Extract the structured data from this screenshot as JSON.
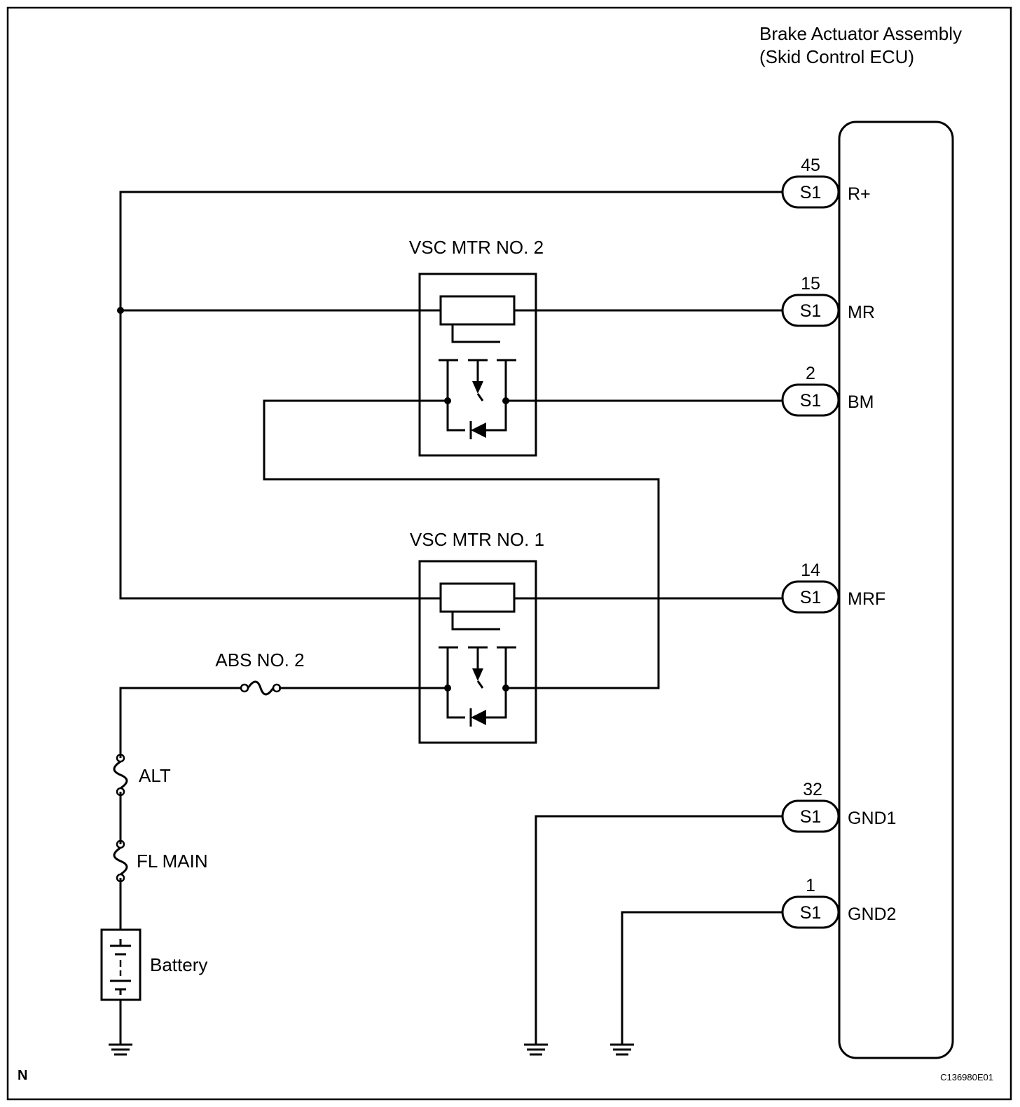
{
  "ecu": {
    "title_line1": "Brake Actuator Assembly",
    "title_line2": "(Skid Control ECU)"
  },
  "connector_label": "S1",
  "pins": [
    {
      "number": "45",
      "name": "R+"
    },
    {
      "number": "15",
      "name": "MR"
    },
    {
      "number": "2",
      "name": "BM"
    },
    {
      "number": "14",
      "name": "MRF"
    },
    {
      "number": "32",
      "name": "GND1"
    },
    {
      "number": "1",
      "name": "GND2"
    }
  ],
  "relays": {
    "vsc_mtr_2": "VSC MTR NO. 2",
    "vsc_mtr_1": "VSC MTR NO. 1"
  },
  "fuses": {
    "abs2": "ABS NO. 2",
    "alt": "ALT",
    "fl_main": "FL MAIN"
  },
  "battery_label": "Battery",
  "corner_label": "N",
  "figure_code": "C136980E01"
}
